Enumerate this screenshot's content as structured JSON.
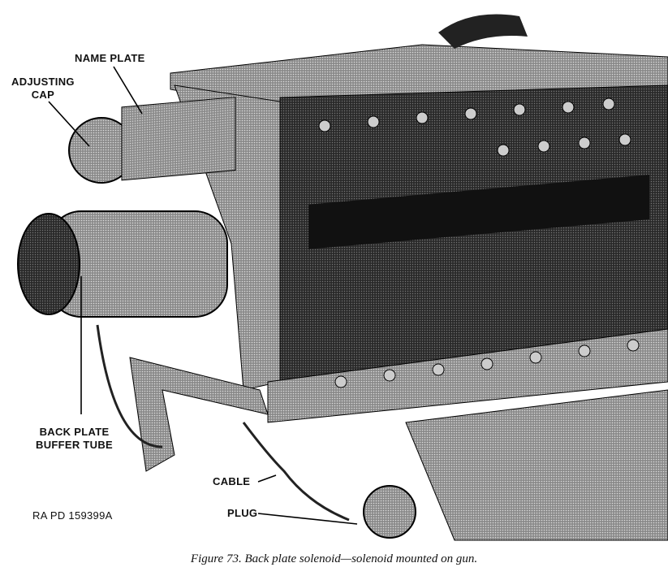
{
  "figure": {
    "labels": {
      "name_plate": "NAME PLATE",
      "adjusting_cap": "ADJUSTING\nCAP",
      "back_plate_buffer_tube": "BACK PLATE\nBUFFER TUBE",
      "cable": "CABLE",
      "plug": "PLUG"
    },
    "reference": "RA PD 159399A",
    "caption": "Figure 73.   Back plate solenoid—solenoid mounted on gun."
  }
}
